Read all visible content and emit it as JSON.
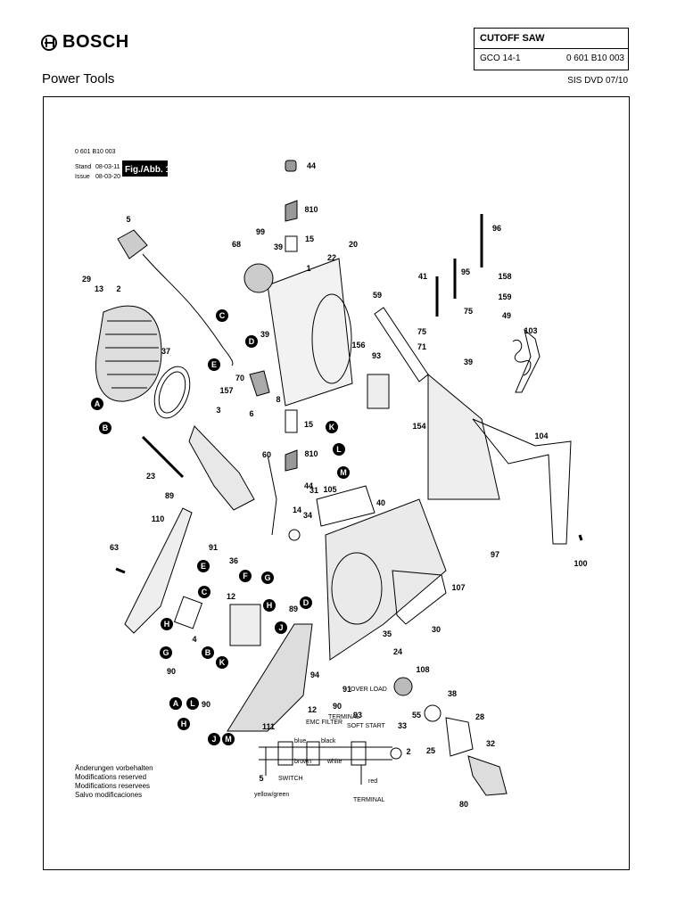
{
  "header": {
    "brand": "BOSCH",
    "subtitle": "Power Tools",
    "title": "CUTOFF SAW",
    "model": "GCO 14-1",
    "part_number": "0 601 B10 003",
    "edition": "SIS DVD 07/10"
  },
  "figure": {
    "part_number": "0 601 B10 003",
    "stand_label": "Stand",
    "issue_label": "Issue",
    "stand_date": "08-03-11",
    "issue_date": "08-03-20",
    "label": "Fig./Abb. 1"
  },
  "callouts": [
    "44",
    "810",
    "15",
    "1",
    "8",
    "5",
    "68",
    "99",
    "39",
    "39",
    "20",
    "22",
    "59",
    "96",
    "158",
    "95",
    "41",
    "159",
    "75",
    "75",
    "49",
    "103",
    "71",
    "39",
    "29",
    "13",
    "2",
    "37",
    "70",
    "157",
    "6",
    "156",
    "93",
    "154",
    "3",
    "15",
    "810",
    "44",
    "23",
    "60",
    "31",
    "105",
    "40",
    "34",
    "14",
    "104",
    "89",
    "110",
    "91",
    "36",
    "63",
    "12",
    "4",
    "107",
    "30",
    "89",
    "35",
    "24",
    "108",
    "94",
    "90",
    "91",
    "12",
    "90",
    "93",
    "33",
    "55",
    "38",
    "28",
    "25",
    "32",
    "90",
    "111",
    "5",
    "2",
    "80",
    "97",
    "100"
  ],
  "connectors": [
    "A",
    "B",
    "C",
    "D",
    "E",
    "C",
    "E",
    "F",
    "G",
    "G",
    "H",
    "J",
    "D",
    "K",
    "L",
    "M",
    "A",
    "B",
    "H",
    "K",
    "A",
    "L",
    "J",
    "M",
    "H"
  ],
  "wiring": {
    "overload": "OVER LOAD",
    "emc_filter": "EMC FILTER",
    "terminal_top": "TERMINAL",
    "soft_start": "SOFT START",
    "switch": "SWITCH",
    "terminal_bottom": "TERMINAL",
    "wire_blue": "blue",
    "wire_brown": "brown",
    "wire_black": "black",
    "wire_white": "white",
    "wire_red": "red",
    "wire_yellow_green": "yellow/green"
  },
  "notes": [
    "Änderungen vorbehalten",
    "Modifications reserved",
    "Modifications reservees",
    "Salvo modificaciones"
  ]
}
